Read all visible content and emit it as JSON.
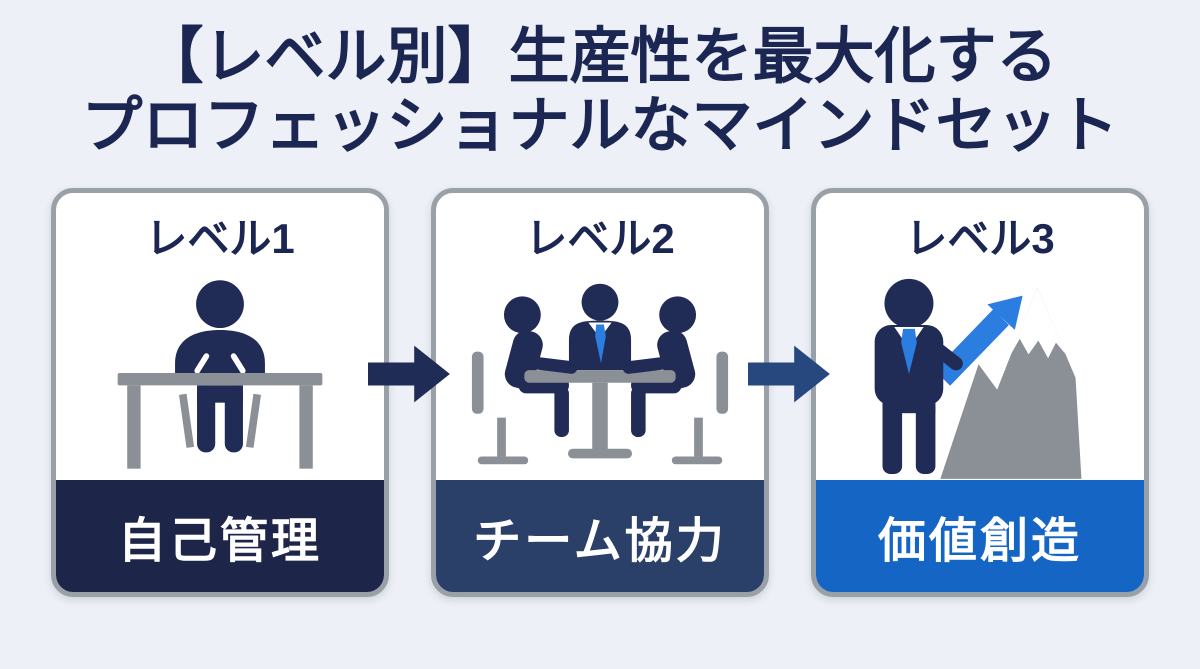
{
  "title": {
    "line1": "【レベル別】生産性を最大化する",
    "line2": "プロフェッショナルなマインドセット"
  },
  "cards": [
    {
      "level": "レベル1",
      "label": "自己管理",
      "footer_color": "#1d2649",
      "icon": "person-at-desk"
    },
    {
      "level": "レベル2",
      "label": "チーム協力",
      "footer_color": "#2a4068",
      "icon": "team-meeting"
    },
    {
      "level": "レベル3",
      "label": "価値創造",
      "footer_color": "#1565c4",
      "icon": "growth-mountain"
    }
  ],
  "arrows": [
    {
      "name": "arrow-1",
      "color": "#1f2c55"
    },
    {
      "name": "arrow-2",
      "color": "#27477f"
    }
  ],
  "colors": {
    "background": "#edf0f6",
    "title_text": "#1b2752",
    "card_border": "#9aa0a8",
    "card_bg": "#ffffff",
    "level_text": "#1b2752",
    "footer_text": "#ffffff",
    "icon_navy": "#202c55",
    "icon_gray": "#8b9097",
    "tie_blue": "#2b7de0"
  }
}
